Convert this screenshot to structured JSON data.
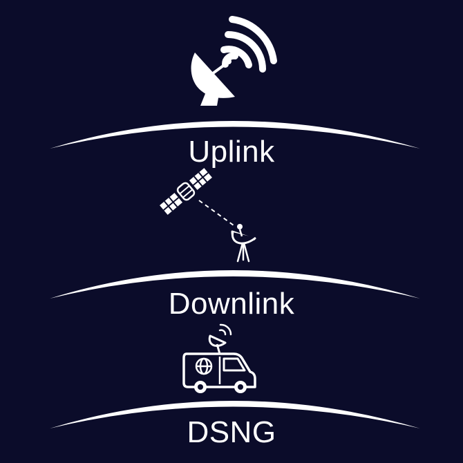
{
  "colors": {
    "background": "#0b0c2a",
    "foreground": "#ffffff"
  },
  "sections": [
    {
      "label": "Uplink",
      "icon": "satellite-dish-broadcast-icon"
    },
    {
      "label": "Downlink",
      "icon": "satellite-to-dish-icon"
    },
    {
      "label": "DSNG",
      "icon": "broadcast-van-icon"
    }
  ]
}
